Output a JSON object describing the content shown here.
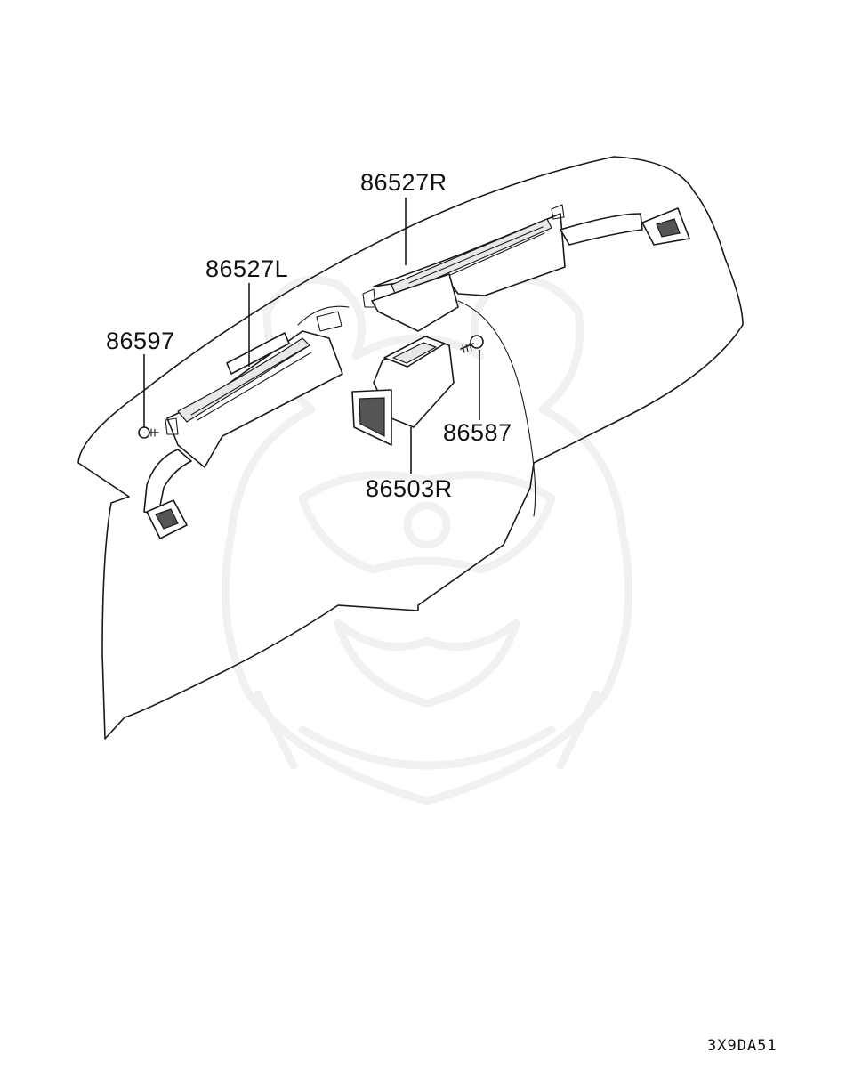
{
  "diagram": {
    "parts": [
      {
        "id": "p1",
        "label": "86527R"
      },
      {
        "id": "p2",
        "label": "86527L"
      },
      {
        "id": "p3",
        "label": "86597"
      },
      {
        "id": "p4",
        "label": "86587"
      },
      {
        "id": "p5",
        "label": "86503R"
      }
    ],
    "drawing_code": "3X9DA51",
    "colors": {
      "line": "#1a1a1a",
      "background": "#ffffff",
      "watermark": "#f1f1f1"
    }
  }
}
